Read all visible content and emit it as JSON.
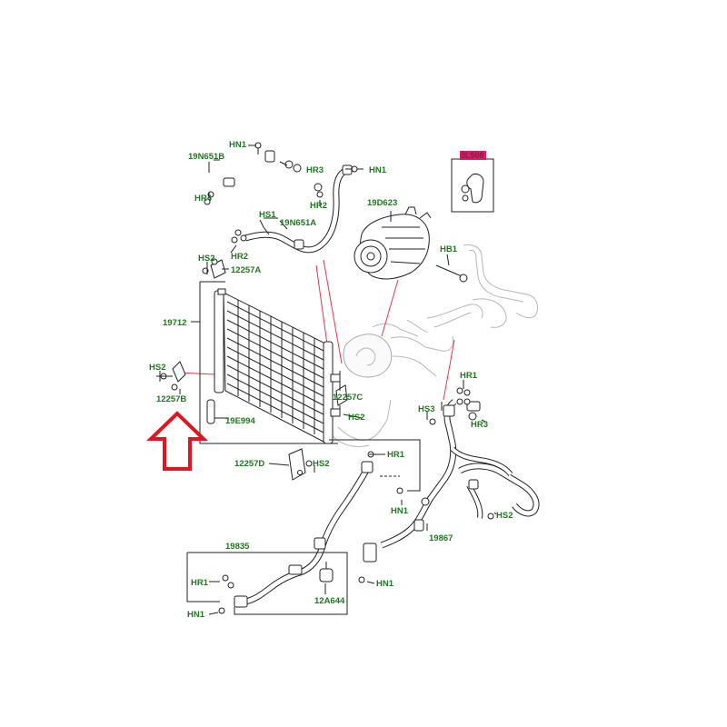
{
  "parts": {
    "hn1_a": "HN1",
    "p19n651b": "19N651B",
    "hr3_a": "HR3",
    "hn1_b": "HN1",
    "hr4": "HR4",
    "hr2_a": "HR2",
    "hs1": "HS1",
    "p19n651a": "19N651A",
    "p19d623": "19D623",
    "hr2_b": "HR2",
    "hs2_a": "HS2",
    "p12257a": "12257A",
    "hb1": "HB1",
    "p19712": "19712",
    "hs2_b": "HS2",
    "p12257b": "12257B",
    "p19e994": "19E994",
    "p12257c": "12257C",
    "hs2_c": "HS2",
    "hr1_a": "HR1",
    "hs3": "HS3",
    "hr3_b": "HR3",
    "hr1_b": "HR1",
    "p12257d": "12257D",
    "hs2_d": "HS2",
    "hn1_c": "HN1",
    "p19867": "19867",
    "hs2_e": "HS2",
    "p19835": "19835",
    "hr1_c": "HR1",
    "hn1_d": "HN1",
    "p12a644": "12A644",
    "hn1_e": "HN1",
    "highlighted": "3L508"
  },
  "colors": {
    "label": "#1f7a1f",
    "arrow": "#e0151f",
    "leader": "#e23a4a",
    "highlight_box": "#d81b6a"
  },
  "icons": {
    "callout_arrow": "up-arrow-icon"
  }
}
